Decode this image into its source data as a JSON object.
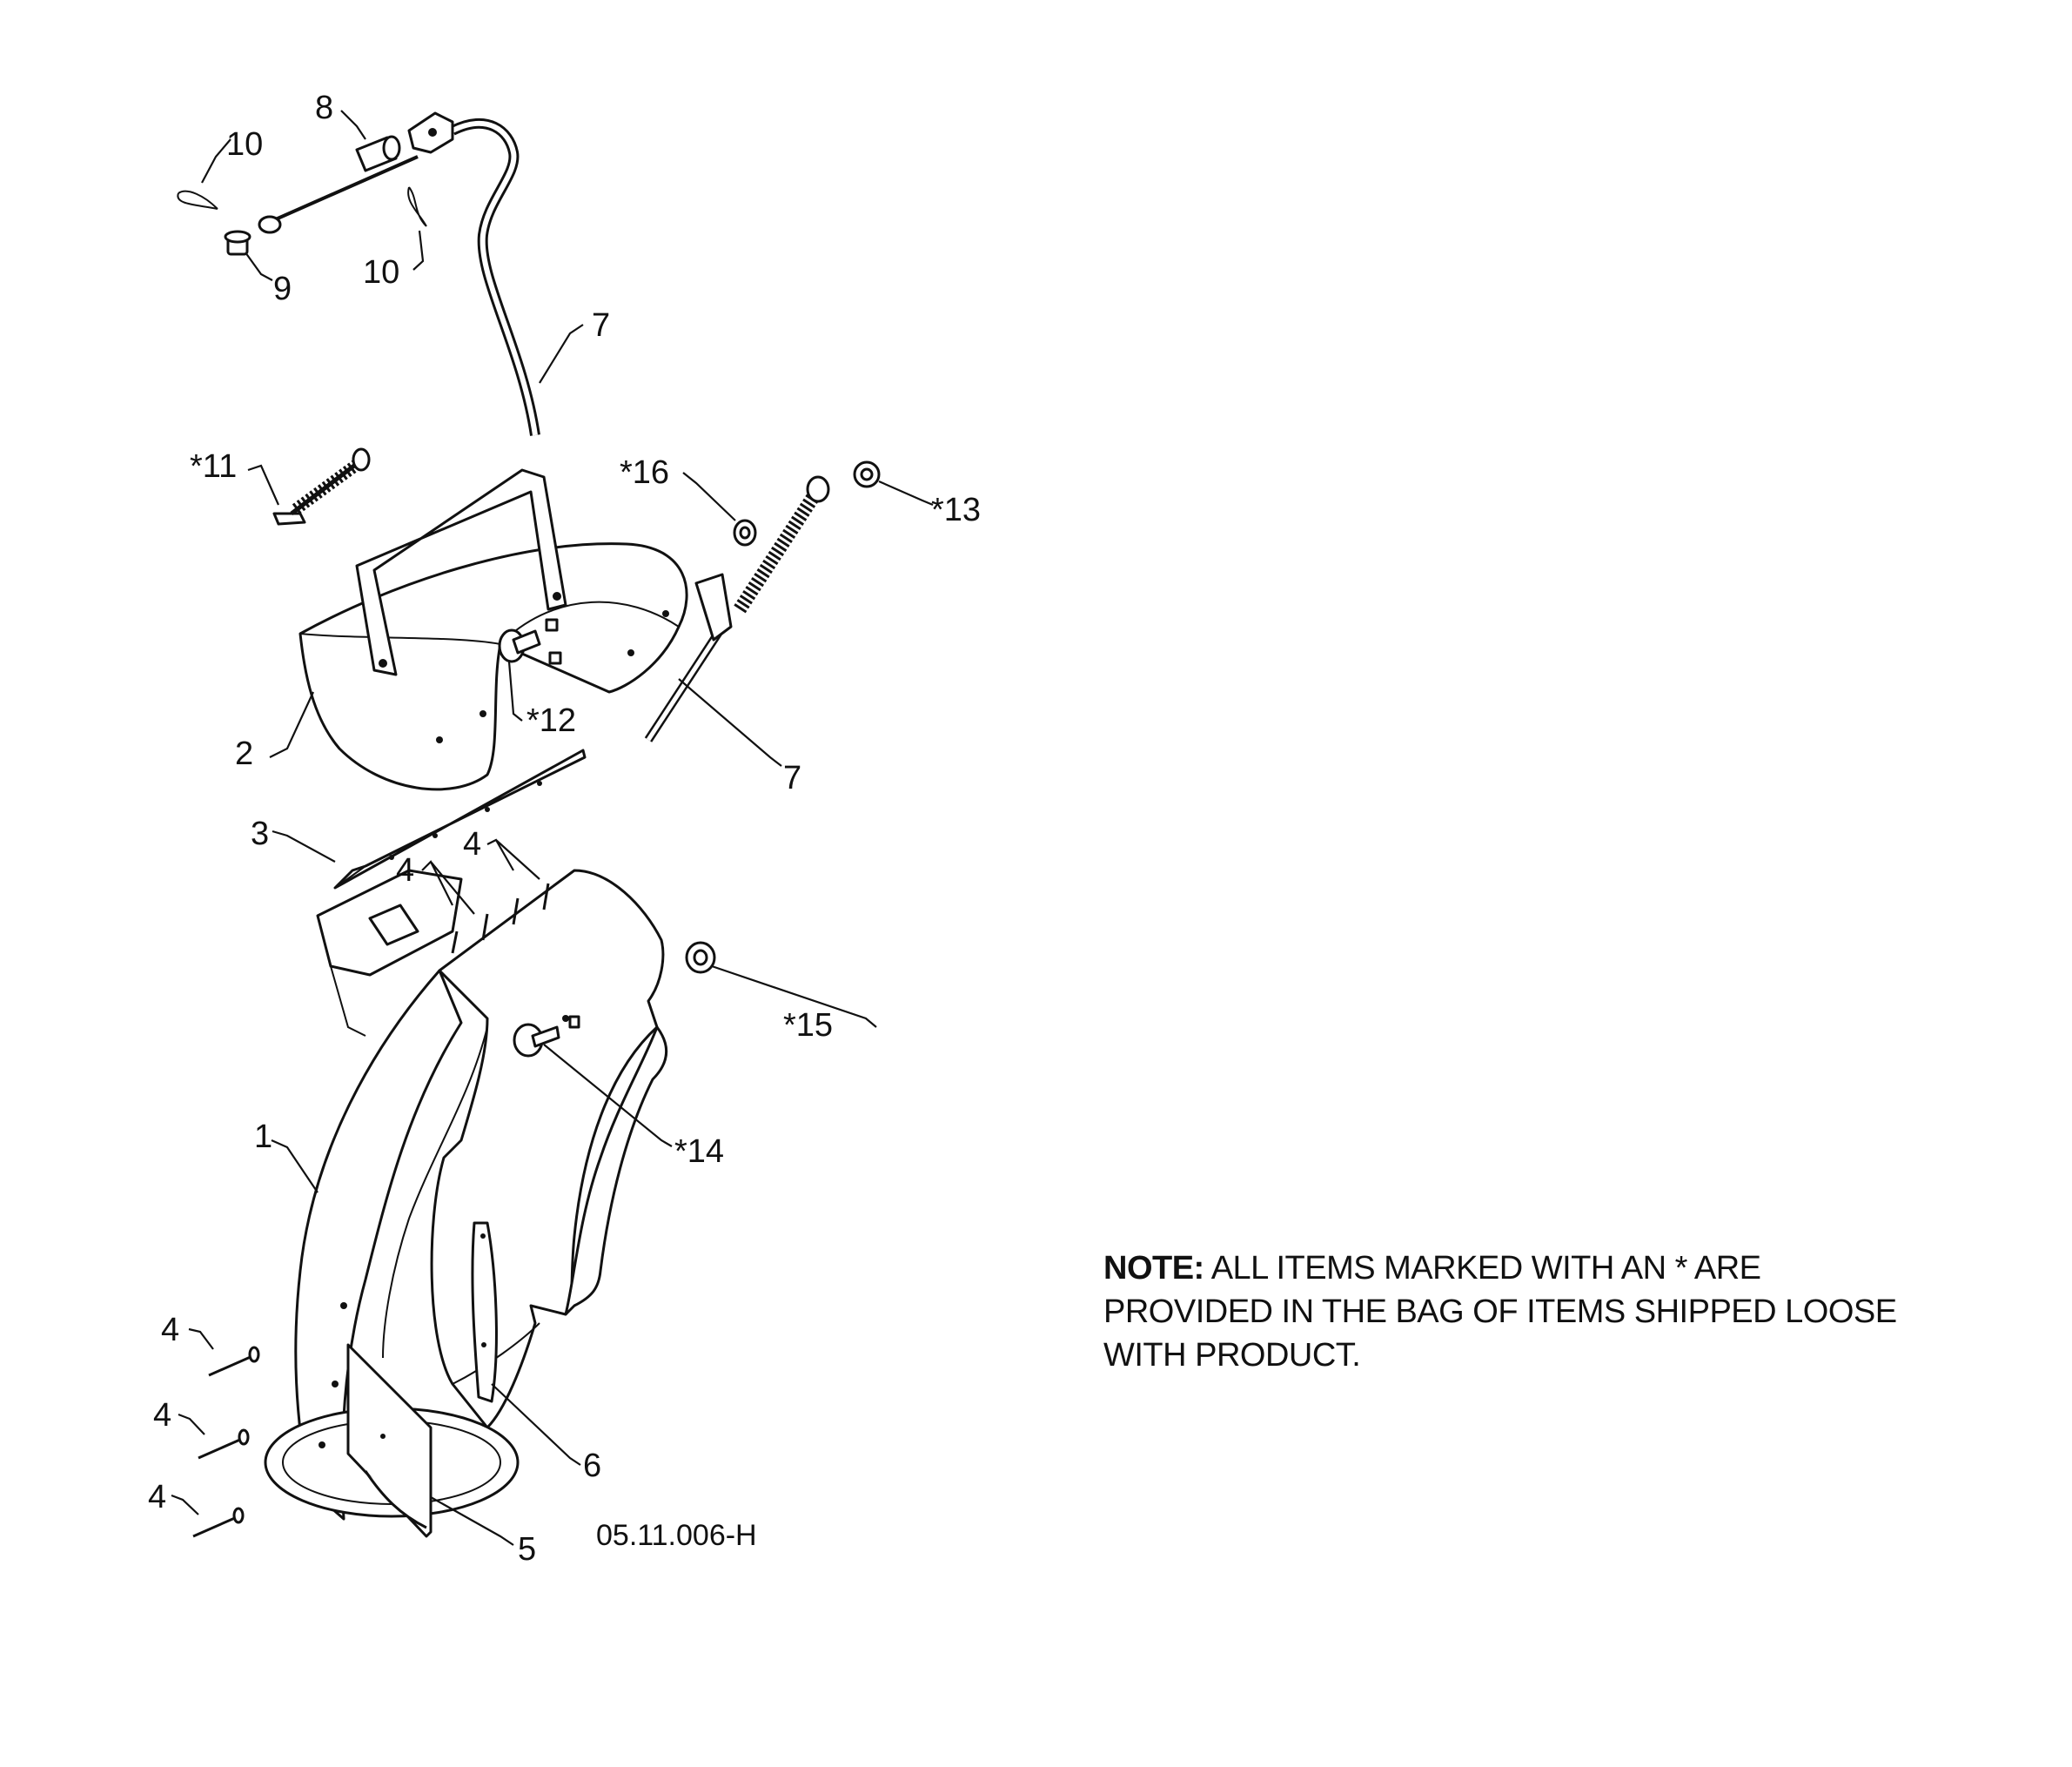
{
  "diagram": {
    "drawing_number": "05.11.006-H",
    "callouts": [
      {
        "id": "c1",
        "text": "1"
      },
      {
        "id": "c2",
        "text": "2"
      },
      {
        "id": "c3",
        "text": "3"
      },
      {
        "id": "c4a",
        "text": "4"
      },
      {
        "id": "c4b",
        "text": "4"
      },
      {
        "id": "c4c",
        "text": "4"
      },
      {
        "id": "c4d",
        "text": "4"
      },
      {
        "id": "c4e",
        "text": "4"
      },
      {
        "id": "c5",
        "text": "5"
      },
      {
        "id": "c6",
        "text": "6"
      },
      {
        "id": "c7a",
        "text": "7"
      },
      {
        "id": "c7b",
        "text": "7"
      },
      {
        "id": "c8",
        "text": "8"
      },
      {
        "id": "c9",
        "text": "9"
      },
      {
        "id": "c10a",
        "text": "10"
      },
      {
        "id": "c10b",
        "text": "10"
      },
      {
        "id": "c11",
        "text": "*11"
      },
      {
        "id": "c12",
        "text": "*12"
      },
      {
        "id": "c13",
        "text": "*13"
      },
      {
        "id": "c14",
        "text": "*14"
      },
      {
        "id": "c15",
        "text": "*15"
      },
      {
        "id": "c16",
        "text": "*16"
      }
    ]
  },
  "note": {
    "label": "NOTE:",
    "lines": [
      "ALL ITEMS MARKED WITH AN * ARE",
      "PROVIDED IN THE BAG OF ITEMS SHIPPED LOOSE",
      "WITH PRODUCT."
    ]
  }
}
